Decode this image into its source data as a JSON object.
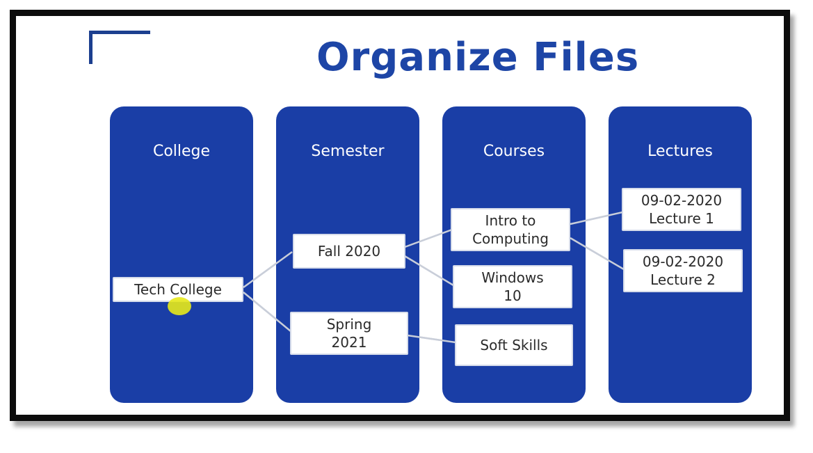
{
  "slide": {
    "title": "Organize Files"
  },
  "columns": [
    {
      "header": "College"
    },
    {
      "header": "Semester"
    },
    {
      "header": "Courses"
    },
    {
      "header": "Lectures"
    }
  ],
  "nodes": {
    "college": "Tech College",
    "fall": "Fall 2020",
    "spring": "Spring\n2021",
    "intro": "Intro to\nComputing",
    "windows": "Windows\n10",
    "soft": "Soft Skills",
    "lecture1": "09-02-2020\nLecture 1",
    "lecture2": "09-02-2020\nLecture 2"
  },
  "colors": {
    "column_fill": "#1a3ea6",
    "title": "#1d45a6",
    "pointer": "#e7e91b"
  }
}
